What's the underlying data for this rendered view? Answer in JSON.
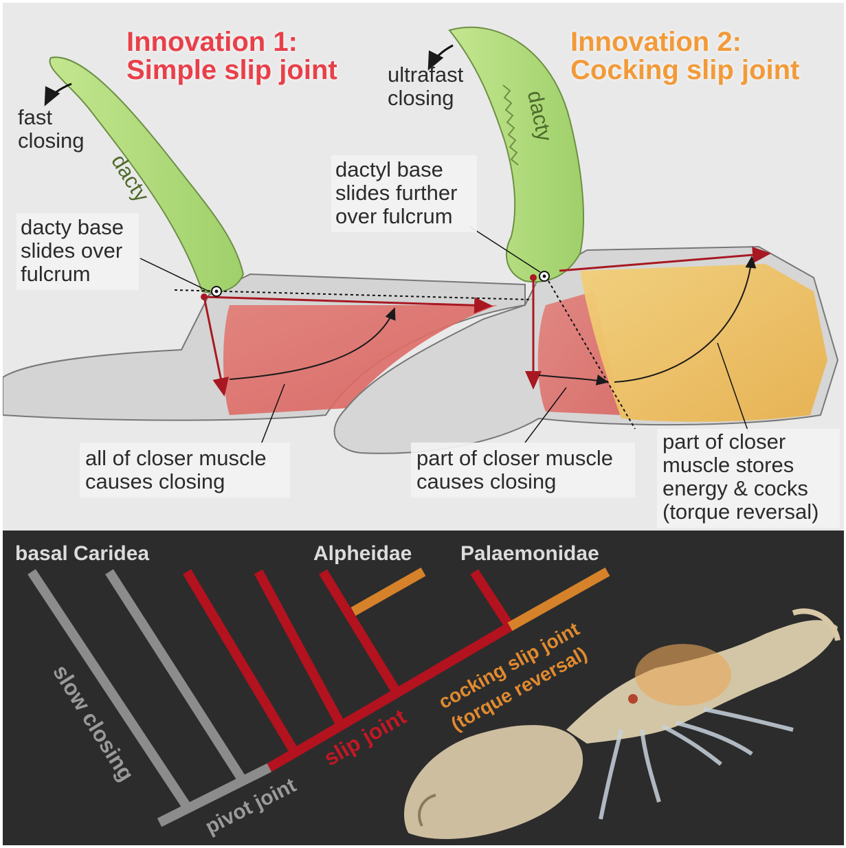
{
  "innovation_1": {
    "title_line1": "Innovation 1:",
    "title_line2": "Simple slip joint"
  },
  "innovation_2": {
    "title_line1": "Innovation 2:",
    "title_line2": "Cocking slip joint"
  },
  "labels": {
    "fast_closing": [
      "fast",
      "closing"
    ],
    "ultrafast_closing": [
      "ultrafast",
      "closing"
    ],
    "dacty_1": "dacty",
    "dacty_2": "dacty",
    "dacty_base_slides": [
      "dacty base",
      "slides over",
      "fulcrum"
    ],
    "dactyl_base_slides_further": [
      "dactyl base",
      "slides further",
      "over fulcrum"
    ],
    "all_closer_muscle": [
      "all of closer muscle",
      "causes closing"
    ],
    "part_closer_muscle": [
      "part of closer muscle",
      "causes closing"
    ],
    "part_stores_energy": [
      "part of closer",
      "muscle stores",
      "energy & cocks",
      "(torque reversal)"
    ]
  },
  "tree": {
    "clades": {
      "basal": "basal Caridea",
      "alpheidae": "Alpheidae",
      "palaemonidae": "Palaemonidae"
    },
    "branch_labels": {
      "slow_closing": "slow closing",
      "pivot_joint": "pivot joint",
      "slip_joint": "slip joint",
      "cocking_line1": "cocking slip joint",
      "cocking_line2": "(torque reversal)"
    },
    "colors": {
      "pivot": "#8c8c8c",
      "slip": "#b3121f",
      "cocking": "#d6822a"
    }
  }
}
